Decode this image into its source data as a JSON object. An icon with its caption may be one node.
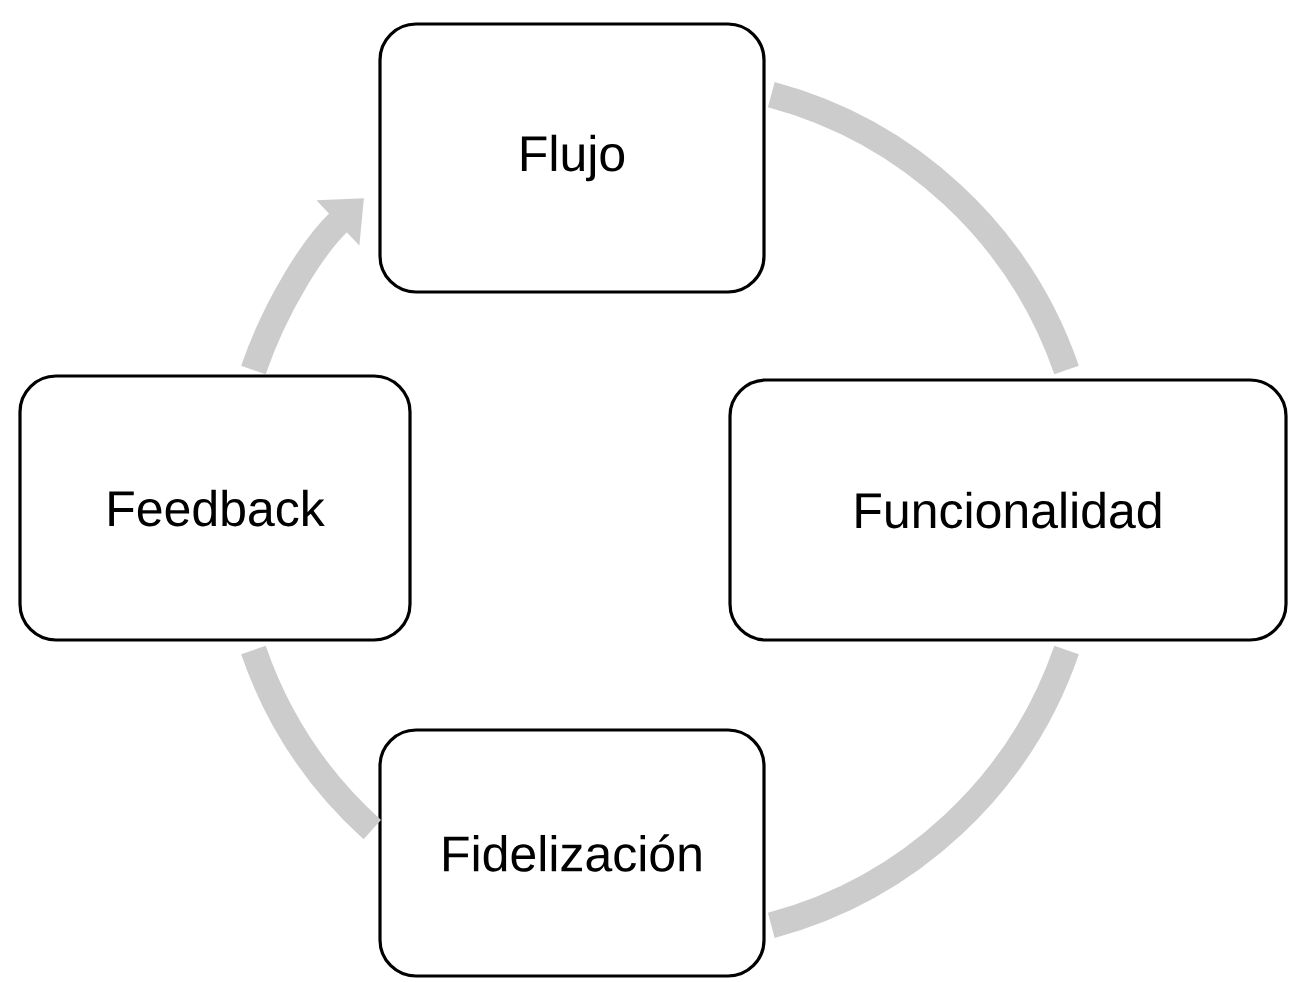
{
  "diagram": {
    "nodes": [
      {
        "text": [
          "Flujo"
        ]
      },
      {
        "text": [
          "Funcionalidad"
        ]
      },
      {
        "text": [
          "Fidelización"
        ]
      },
      {
        "text": [
          "Feedback"
        ]
      }
    ],
    "edges": [
      {
        "from": 0,
        "to": 1,
        "arrow": "none"
      },
      {
        "from": 1,
        "to": 2,
        "arrow": "none"
      },
      {
        "from": 2,
        "to": 3,
        "arrow": "none"
      },
      {
        "from": 3,
        "to": 0,
        "arrow": "to"
      }
    ]
  }
}
